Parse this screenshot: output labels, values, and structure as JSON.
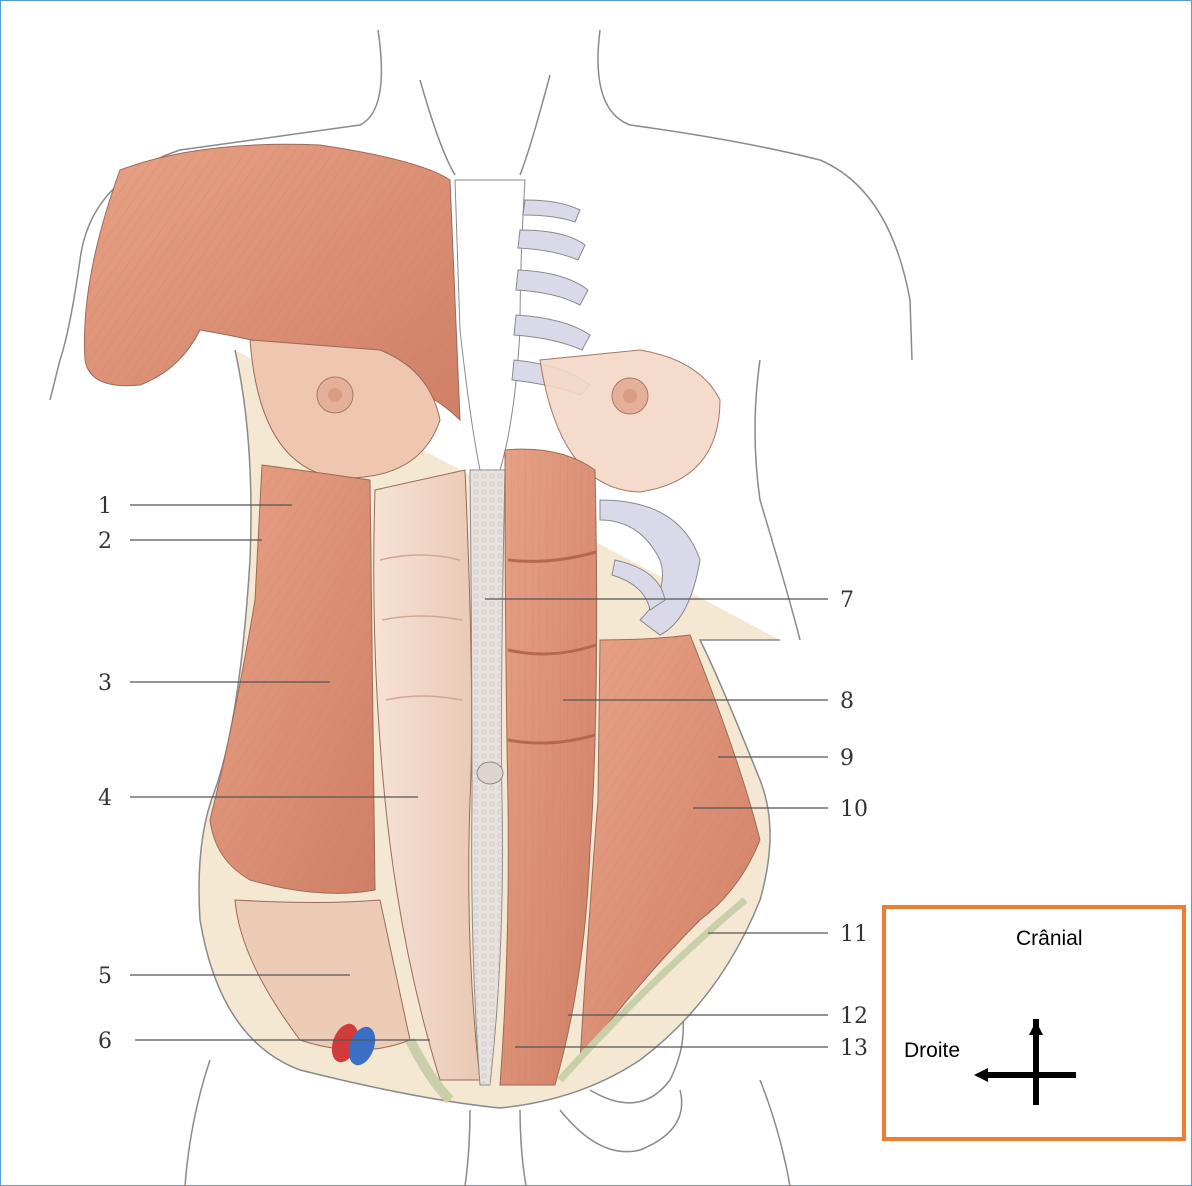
{
  "labels": {
    "l1": "1",
    "l2": "2",
    "l3": "3",
    "l4": "4",
    "l5": "5",
    "l6": "6",
    "l7": "7",
    "l8": "8",
    "l9": "9",
    "l10": "10",
    "l11": "11",
    "l12": "12",
    "l13": "13"
  },
  "orientation": {
    "cranial": "Crânial",
    "right": "Droite"
  },
  "colors": {
    "muscle": "#d98d72",
    "muscle_light": "#efc3ab",
    "fascia": "#f2dccb",
    "outline": "#888888",
    "rib": "#d9d9ea",
    "border_blue": "#5b9bd5",
    "border_orange": "#ed7d31"
  }
}
